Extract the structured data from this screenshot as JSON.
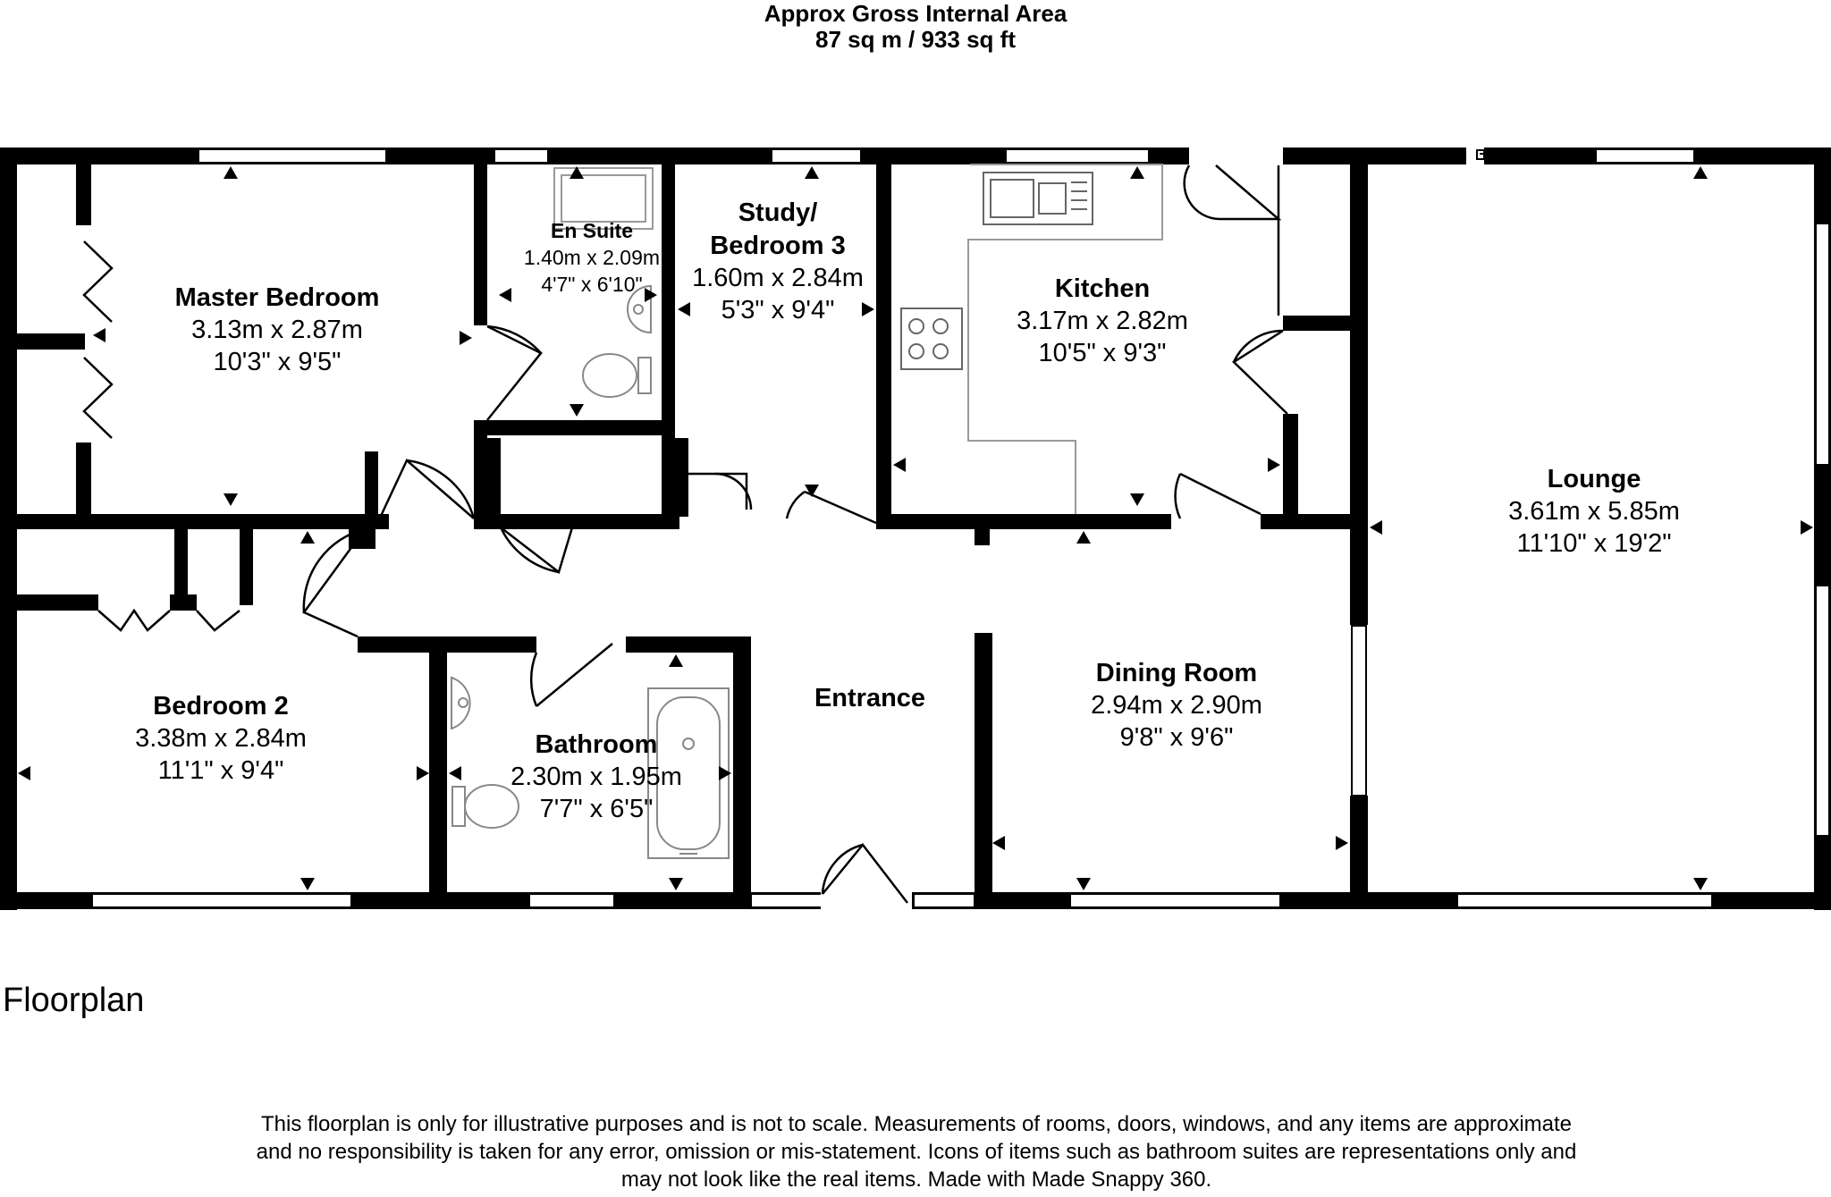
{
  "header": {
    "line1": "Approx Gross Internal Area",
    "line2": "87 sq m / 933 sq ft"
  },
  "rooms": {
    "master": {
      "name": "Master Bedroom",
      "metric": "3.13m x 2.87m",
      "imperial": "10'3\" x 9'5\""
    },
    "ensuite": {
      "name": "En Suite",
      "metric": "1.40m x 2.09m",
      "imperial": "4'7\" x 6'10\""
    },
    "study": {
      "name1": "Study/",
      "name2": "Bedroom 3",
      "metric": "1.60m x 2.84m",
      "imperial": "5'3\" x 9'4\""
    },
    "kitchen": {
      "name": "Kitchen",
      "metric": "3.17m x 2.82m",
      "imperial": "10'5\" x 9'3\""
    },
    "lounge": {
      "name": "Lounge",
      "metric": "3.61m x 5.85m",
      "imperial": "11'10\" x 19'2\""
    },
    "bedroom2": {
      "name": "Bedroom 2",
      "metric": "3.38m x 2.84m",
      "imperial": "11'1\" x 9'4\""
    },
    "bathroom": {
      "name": "Bathroom",
      "metric": "2.30m x 1.95m",
      "imperial": "7'7\" x 6'5\""
    },
    "entrance": {
      "name": "Entrance"
    },
    "dining": {
      "name": "Dining Room",
      "metric": "2.94m x 2.90m",
      "imperial": "9'8\" x 9'6\""
    }
  },
  "plan_label": "Floorplan",
  "disclaimer": {
    "line1": "This floorplan is only for illustrative purposes and is not to scale. Measurements of rooms, doors, windows, and any items are approximate",
    "line2": "and no responsibility is taken for any error, omission or mis-statement. Icons of items such as bathroom suites are representations only and",
    "line3": "may not look like the real items. Made with Made Snappy 360."
  }
}
